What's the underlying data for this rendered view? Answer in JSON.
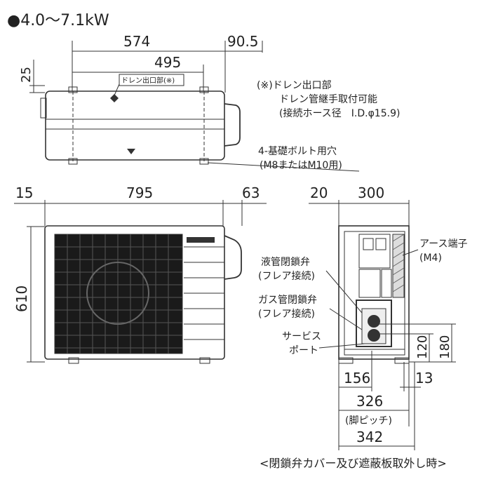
{
  "title": "●4.0〜7.1kW",
  "top_view": {
    "dim_574": "574",
    "dim_90_5": "90.5",
    "dim_495": "495",
    "dim_25": "25",
    "drain_label": "ドレン出口部(※)",
    "note_line1": "(※)ドレン出口部",
    "note_line2": "ドレン管継手取付可能",
    "note_line3": "(接続ホース径　I.D.φ15.9)",
    "bolt_line1": "4-基礎ボルト用穴",
    "bolt_line2": "(M8またはM10用)"
  },
  "front_view": {
    "dim_15": "15",
    "dim_795": "795",
    "dim_63": "63",
    "dim_610": "610"
  },
  "side_view": {
    "dim_20": "20",
    "dim_300": "300",
    "earth_line1": "アース端子",
    "earth_line2": "(M4)",
    "liquid_line1": "液管閉鎖弁",
    "liquid_line2": "(フレア接続)",
    "gas_line1": "ガス管閉鎖弁",
    "gas_line2": "(フレア接続)",
    "service_line1": "サービス",
    "service_line2": "ポート",
    "dim_120": "120",
    "dim_180": "180",
    "dim_156": "156",
    "dim_13": "13",
    "dim_326": "326",
    "pitch_label": "(脚ピッチ)",
    "dim_342": "342",
    "caption": "<閉鎖弁カバー及び遮蔽板取外し時>"
  }
}
